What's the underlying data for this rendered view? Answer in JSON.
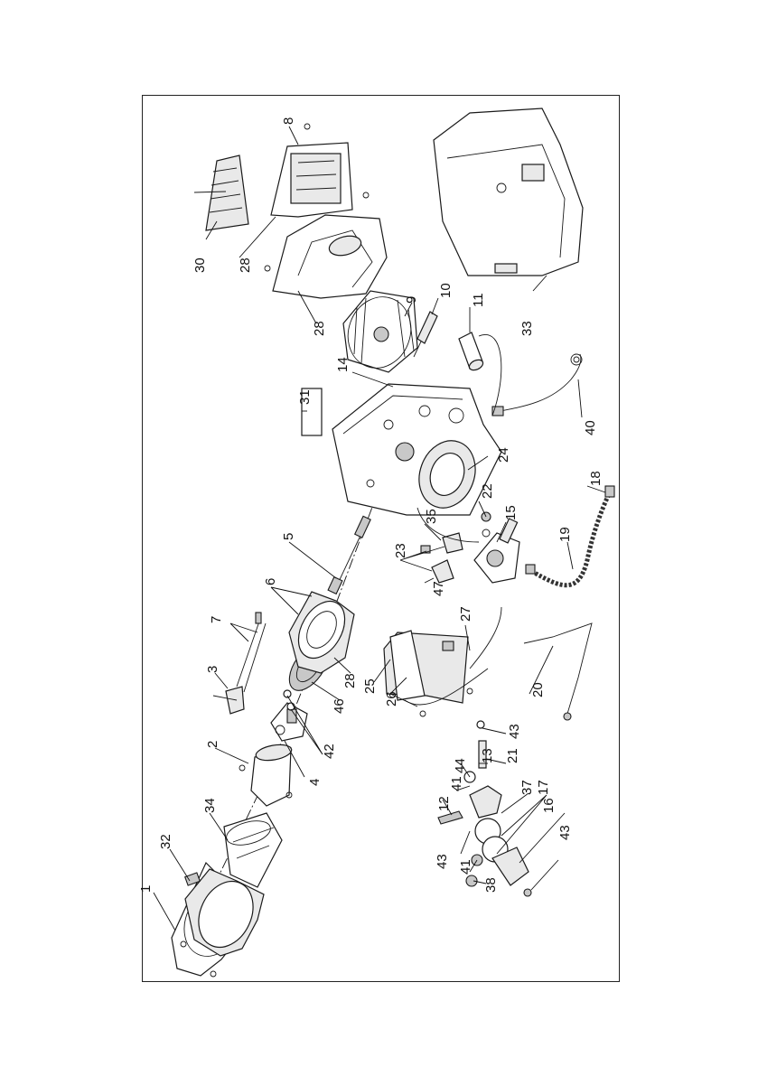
{
  "diagram": {
    "labels": [
      "1",
      "2",
      "3",
      "4",
      "5",
      "6",
      "7",
      "8",
      "9",
      "10",
      "11",
      "12",
      "13",
      "14",
      "15",
      "16",
      "17",
      "18",
      "19",
      "20",
      "21",
      "22",
      "23",
      "24",
      "25",
      "26",
      "27",
      "28",
      "30",
      "31",
      "32",
      "33",
      "34",
      "35",
      "37",
      "38",
      "40",
      "41",
      "42",
      "43",
      "44",
      "46",
      "47"
    ],
    "callouts": [
      {
        "id": "l1",
        "text": "1"
      },
      {
        "id": "l32",
        "text": "32"
      },
      {
        "id": "l34",
        "text": "34"
      },
      {
        "id": "l2",
        "text": "2"
      },
      {
        "id": "l3",
        "text": "3"
      },
      {
        "id": "l7",
        "text": "7"
      },
      {
        "id": "l4",
        "text": "4"
      },
      {
        "id": "l42",
        "text": "42"
      },
      {
        "id": "l46",
        "text": "46"
      },
      {
        "id": "l28a",
        "text": "28"
      },
      {
        "id": "l6",
        "text": "6"
      },
      {
        "id": "l5",
        "text": "5"
      },
      {
        "id": "l25",
        "text": "25"
      },
      {
        "id": "l26",
        "text": "26"
      },
      {
        "id": "l27",
        "text": "27"
      },
      {
        "id": "l47",
        "text": "47"
      },
      {
        "id": "l23",
        "text": "23"
      },
      {
        "id": "l35",
        "text": "35"
      },
      {
        "id": "l20",
        "text": "20"
      },
      {
        "id": "l19",
        "text": "19"
      },
      {
        "id": "l18",
        "text": "18"
      },
      {
        "id": "l15",
        "text": "15"
      },
      {
        "id": "l22",
        "text": "22"
      },
      {
        "id": "l24",
        "text": "24"
      },
      {
        "id": "l40",
        "text": "40"
      },
      {
        "id": "l31",
        "text": "31"
      },
      {
        "id": "l14",
        "text": "14"
      },
      {
        "id": "l11",
        "text": "11"
      },
      {
        "id": "l10",
        "text": "10"
      },
      {
        "id": "l9",
        "text": "9"
      },
      {
        "id": "l28b",
        "text": "28"
      },
      {
        "id": "l28c",
        "text": "28"
      },
      {
        "id": "l30",
        "text": "30"
      },
      {
        "id": "l8",
        "text": "8"
      },
      {
        "id": "l33",
        "text": "33"
      },
      {
        "id": "l43a",
        "text": "43"
      },
      {
        "id": "l13",
        "text": "13"
      },
      {
        "id": "l21",
        "text": "21"
      },
      {
        "id": "l44",
        "text": "44"
      },
      {
        "id": "l41a",
        "text": "41"
      },
      {
        "id": "l12",
        "text": "12"
      },
      {
        "id": "l43b",
        "text": "43"
      },
      {
        "id": "l41b",
        "text": "41"
      },
      {
        "id": "l38",
        "text": "38"
      },
      {
        "id": "l37",
        "text": "37"
      },
      {
        "id": "l17",
        "text": "17"
      },
      {
        "id": "l16",
        "text": "16"
      },
      {
        "id": "l43c",
        "text": "43"
      }
    ]
  }
}
